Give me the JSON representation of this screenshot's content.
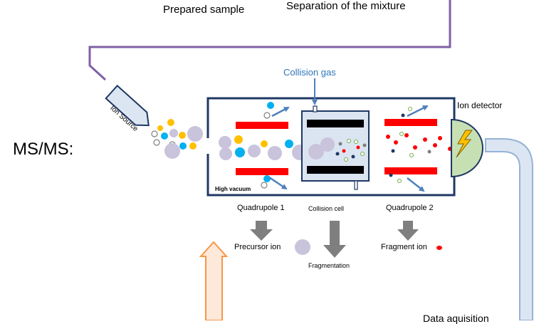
{
  "labels": {
    "prepared_sample": "Prepared sample",
    "separation": "Separation of the mixture",
    "ms_ms": "MS/MS:",
    "ion_source": "Ion Source",
    "collision_gas": "Collision gas",
    "ion_detector": "Ion detector",
    "high_vacuum": "High vacuum",
    "quadrupole_1": "Quadrupole 1",
    "collision_cell": "Collision cell",
    "quadrupole_2": "Quadrupole 2",
    "precursor_ion": "Precursor ion",
    "fragmentation": "Fragmentation",
    "fragment_ion": "Fragment ion",
    "data_acquisition": "Data aquisition"
  },
  "colors": {
    "sample_line": "#7f5fa6",
    "instrument_border": "#1f3864",
    "source_fill": "#dce6f2",
    "rod_red": "#ff0000",
    "cell_fill": "#dbe5f1",
    "detector_fill": "#c6e0b4",
    "ion_yellow": "#ffc000",
    "ion_blue": "#00b0f0",
    "ion_lavender": "#c9c3dc",
    "arrow_blue": "#4f81bd",
    "gray_arrow": "#7f7f7f",
    "output_pipe_fill": "#dce6f2",
    "output_pipe_stroke": "#95b3d7",
    "orange_arrow_fill": "#fde9d9",
    "orange_arrow_stroke": "#f79646",
    "collision_gas_text": "#2e75b6"
  },
  "icons": [
    "detector-lightning-icon"
  ]
}
